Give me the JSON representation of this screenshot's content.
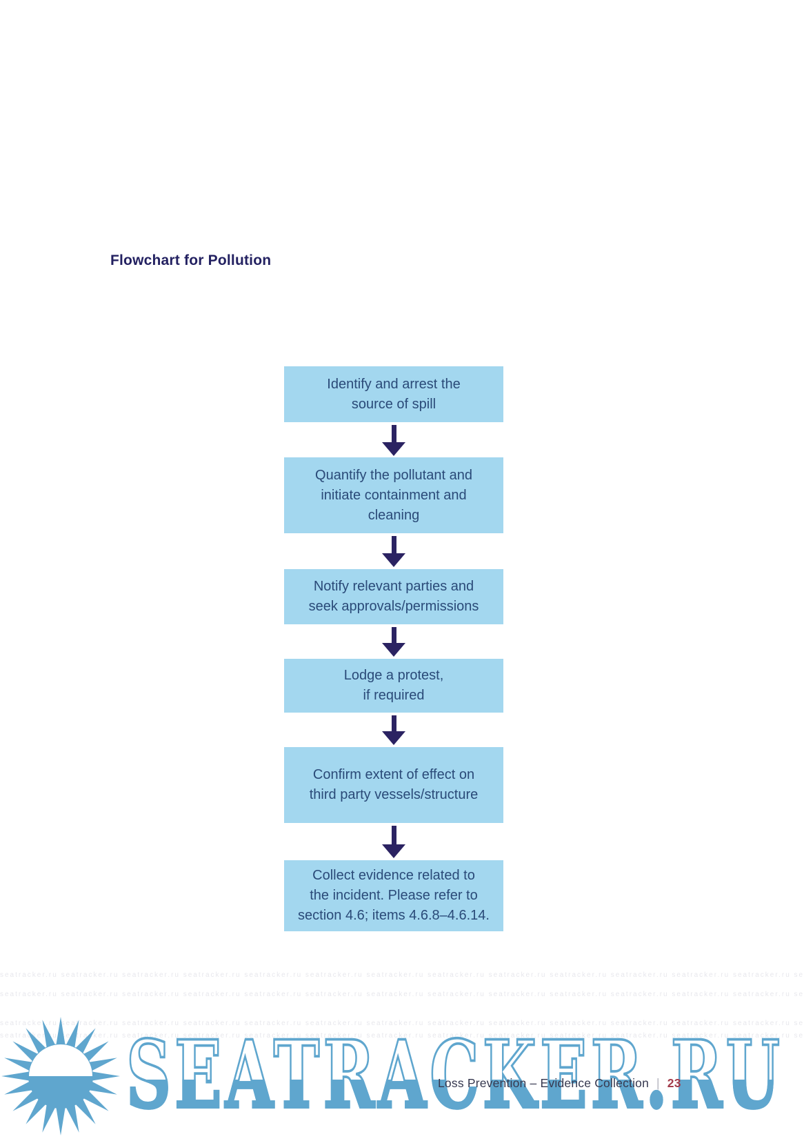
{
  "page": {
    "title": "Flowchart for Pollution"
  },
  "flowchart": {
    "steps": [
      {
        "label": "Identify and arrest the\nsource of spill"
      },
      {
        "label": "Quantify the pollutant and\ninitiate containment and\ncleaning"
      },
      {
        "label": "Notify relevant parties and\nseek approvals/permissions"
      },
      {
        "label": "Lodge a protest,\nif required"
      },
      {
        "label": "Confirm extent of effect on\nthird party vessels/structure"
      },
      {
        "label": "Collect evidence related to\nthe incident. Please refer to\nsection 4.6; items 4.6.8–4.6.14."
      }
    ]
  },
  "footer": {
    "label": "Loss Prevention – Evidence Collection",
    "separator": "|",
    "page_number": "23"
  },
  "watermark": {
    "text": "SEATRACKER.RU",
    "tiled_text": "seatracker.ru",
    "logo": "sun-over-sea-icon"
  },
  "colors": {
    "box_fill": "#a3d7ef",
    "box_text": "#2a4a78",
    "title_text": "#232161",
    "arrow": "#2b2362",
    "watermark_blue": "#5fa6ce",
    "footer_text": "#36384f",
    "page_number": "#a33b4b"
  }
}
